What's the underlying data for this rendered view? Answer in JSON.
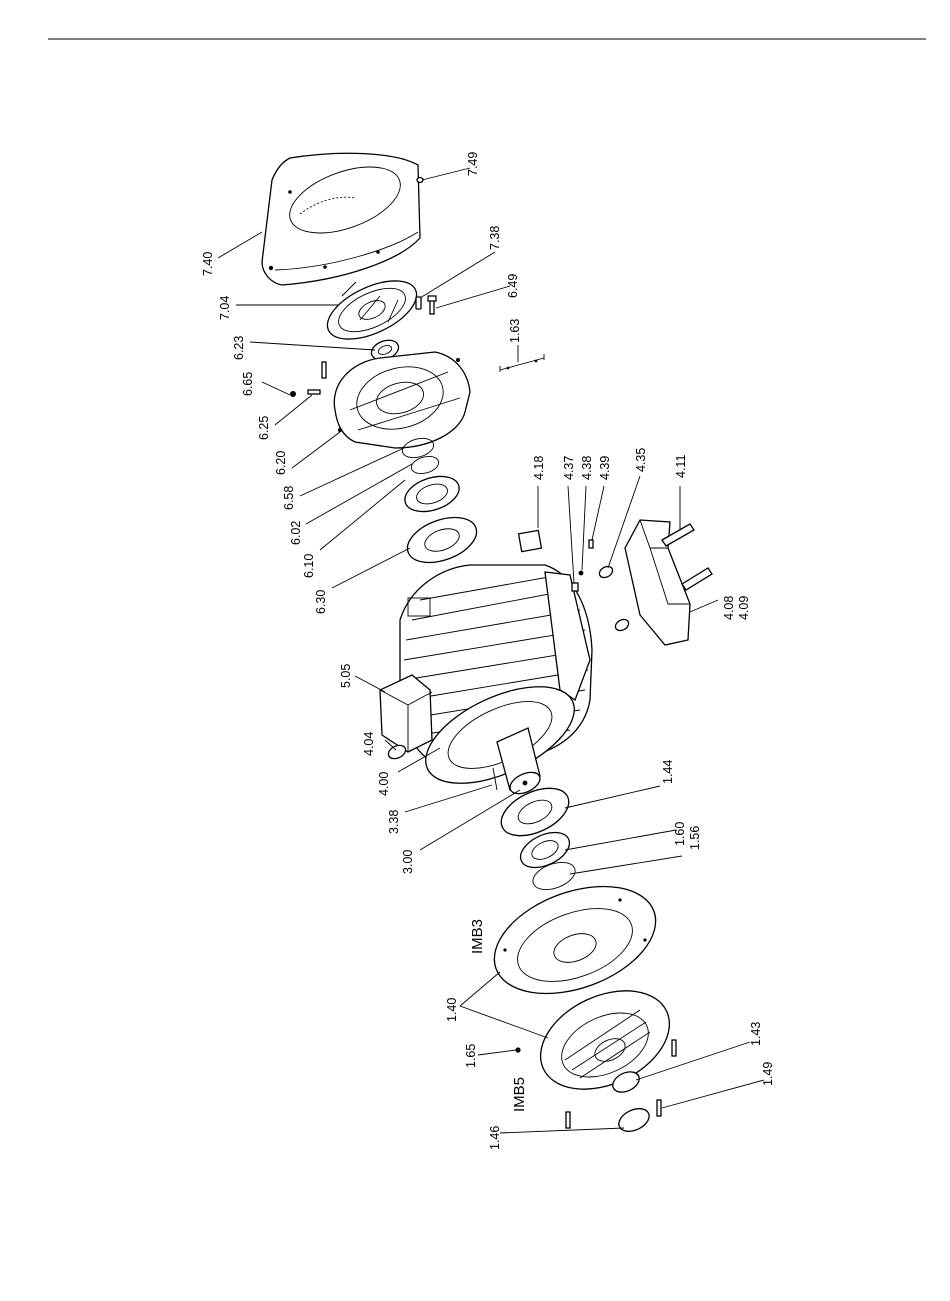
{
  "diagram": {
    "callouts": [
      "7.49",
      "7.40",
      "7.38",
      "7.04",
      "6.49",
      "6.23",
      "1.63",
      "6.65",
      "6.25",
      "6.20",
      "6.58",
      "6.02",
      "6.10",
      "6.30",
      "4.18",
      "4.37",
      "4.38",
      "4.39",
      "4.35",
      "4.11",
      "4.08",
      "4.09",
      "5.05",
      "4.04",
      "4.00",
      "3.38",
      "3.00",
      "1.44",
      "1.60",
      "1.56",
      "1.40",
      "1.65",
      "1.43",
      "1.49",
      "1.46"
    ],
    "variant_labels": [
      "IMB3",
      "IMB5"
    ]
  }
}
